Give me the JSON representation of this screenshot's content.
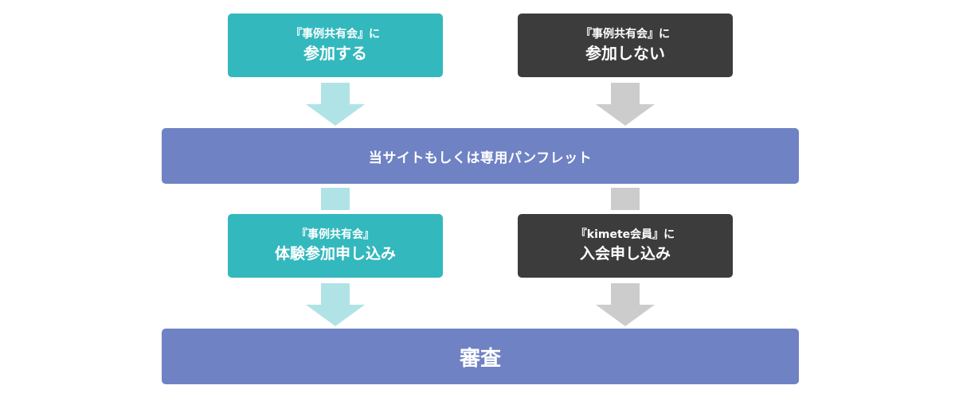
{
  "boxes": {
    "join": {
      "line1": "『事例共有会』に",
      "line2": "参加する"
    },
    "not_join": {
      "line1": "『事例共有会』に",
      "line2": "参加しない"
    },
    "trial": {
      "line1": "『事例共有会』",
      "line2": "体験参加申し込み"
    },
    "member": {
      "line1": "『kimete会員』に",
      "line2": "入会申し込み"
    }
  },
  "bars": {
    "pamphlet": "当サイトもしくは専用パンフレット",
    "review": "審査"
  },
  "colors": {
    "teal": "#33b8bd",
    "dark": "#3c3c3c",
    "bar": "#6f82c4",
    "teal_arrow": "#b0e3e5",
    "gray_arrow": "#cccccc"
  }
}
